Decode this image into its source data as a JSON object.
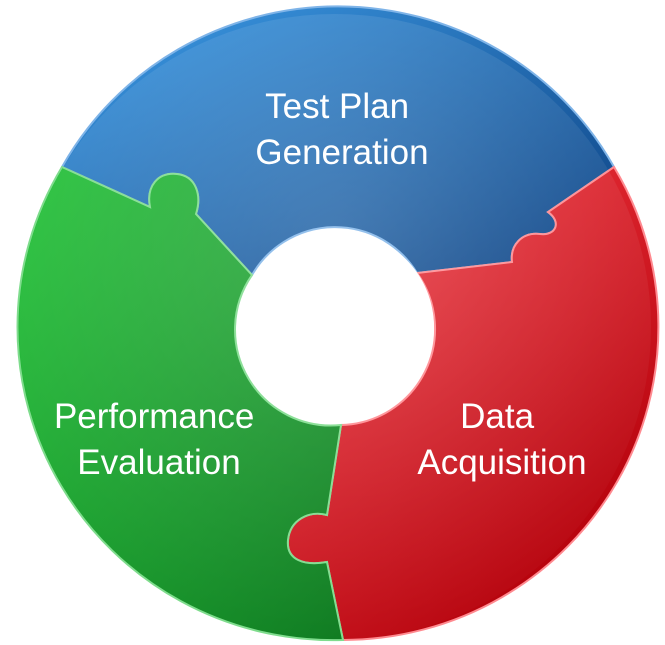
{
  "diagram": {
    "segments": [
      {
        "line1": "Test Plan",
        "line2": "Generation",
        "colors": {
          "light": "#3d9be6",
          "dark": "#0b3f80"
        }
      },
      {
        "line1": "Data",
        "line2": "Acquisition",
        "colors": {
          "light": "#f63b44",
          "dark": "#b3000a"
        }
      },
      {
        "line1": "Performance",
        "line2": "Evaluation",
        "colors": {
          "light": "#27c43c",
          "dark": "#0d7a1f"
        }
      }
    ]
  }
}
